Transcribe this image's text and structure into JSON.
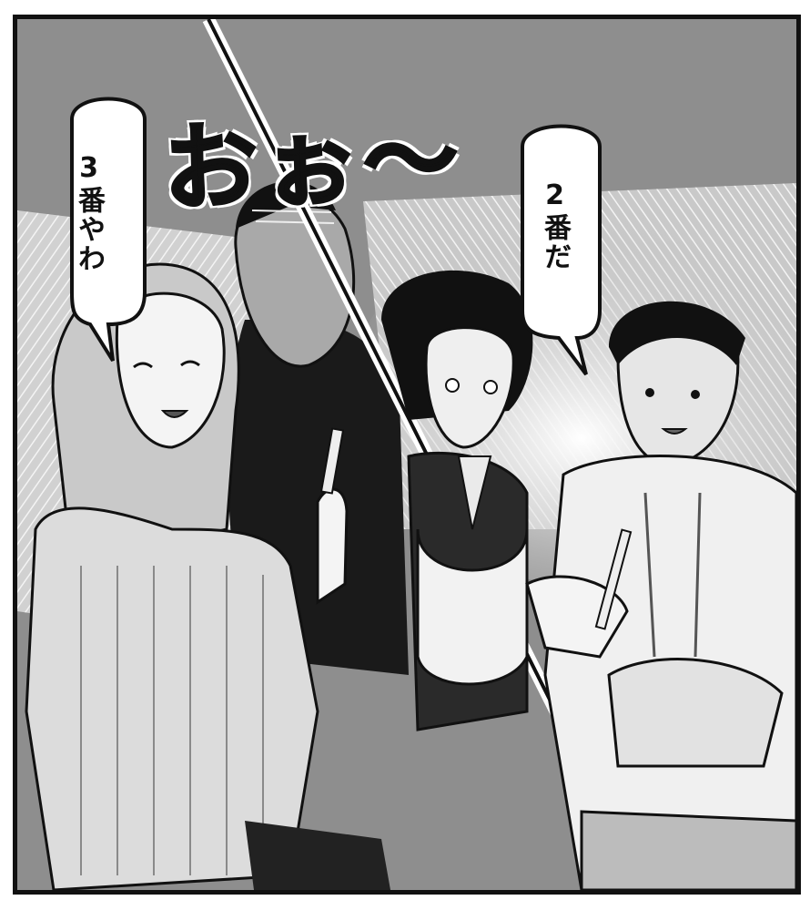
{
  "panel": {
    "sfx": "おぉ〜",
    "bubble_left": "3番やわ",
    "bubble_right": "2番だ"
  },
  "colors": {
    "ink": "#111111",
    "background_gray": "#8e8e8e",
    "paper": "#ffffff"
  }
}
